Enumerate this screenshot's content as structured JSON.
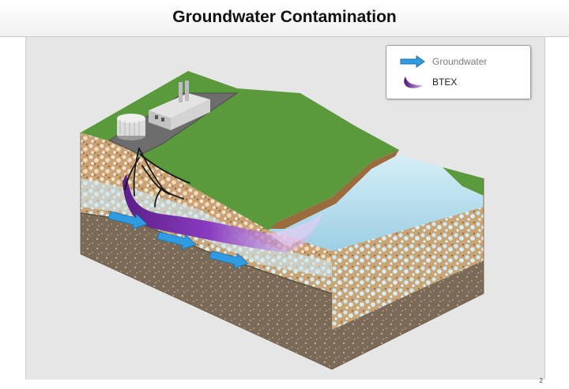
{
  "slide": {
    "title": "Groundwater Contamination",
    "page_number": "2"
  },
  "legend": {
    "items": [
      {
        "label": "Groundwater",
        "label_color": "#7a7a7a",
        "icon": "blue-arrow-icon",
        "color": "#2f9be3"
      },
      {
        "label": "BTEX",
        "label_color": "#222222",
        "icon": "purple-plume-icon",
        "color": "#7a2aa8"
      }
    ]
  },
  "colors": {
    "grass": "#5b9a3c",
    "soil": "#c9a16e",
    "water": "#bfe3f1",
    "bedrock": "#7c6a56",
    "plume": "#7a2aa8",
    "groundwater_arrow": "#2f9be3"
  }
}
